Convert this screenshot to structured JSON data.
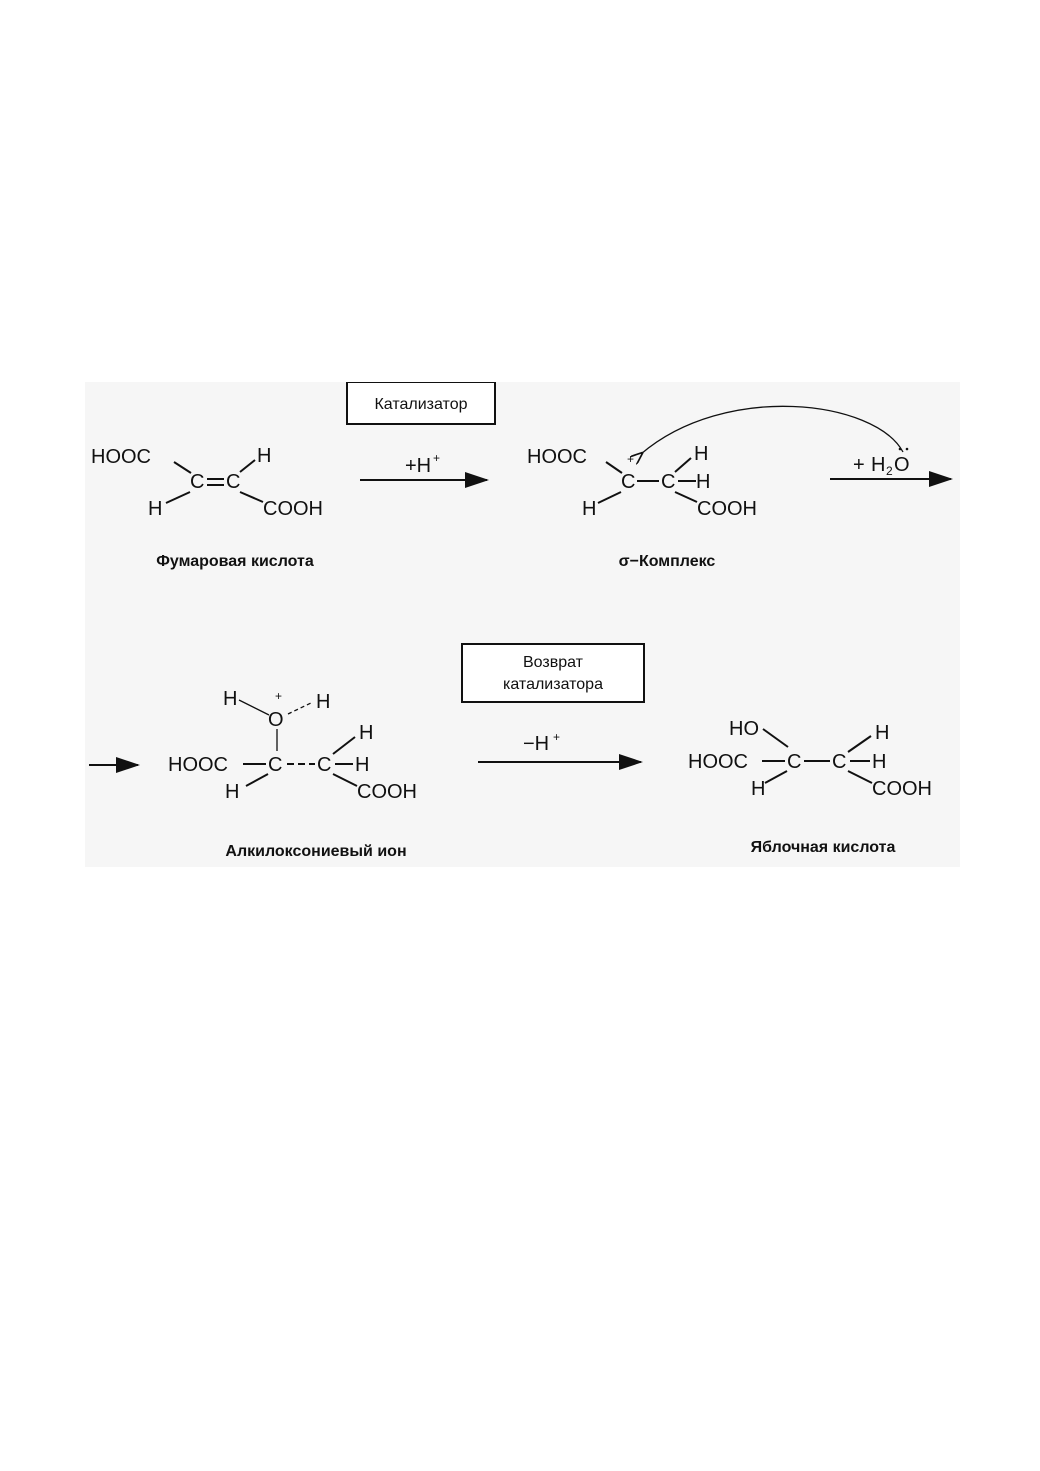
{
  "catalyst_box": "Катализатор",
  "return_box": [
    "Возврат",
    "катализатора"
  ],
  "arrows": {
    "protonation": "+H",
    "protonation_sup": "+",
    "water_plus": "+",
    "water_h": "H",
    "water_sub": "2",
    "water_o": "O",
    "deprotonation": "−H",
    "deprotonation_sup": "+"
  },
  "molecules": {
    "fumaric": {
      "hooc": "HOOC",
      "c1": "C",
      "c2": "C",
      "h_top": "H",
      "h_bottom": "H",
      "cooh": "COOH",
      "name": "Фумаровая кислота"
    },
    "sigma": {
      "hooc": "HOOC",
      "plus": "+",
      "c1": "C",
      "c2": "C",
      "h_top": "H",
      "h_mid": "H",
      "h_bottom": "H",
      "cooh": "COOH",
      "name": "σ−Комплекс"
    },
    "oxonium": {
      "h_left": "H",
      "plus": "+",
      "o": "O",
      "h_right": "H",
      "hooc": "HOOC",
      "c1": "C",
      "c2": "C",
      "h_top": "H",
      "h_mid": "H",
      "h_bottom": "H",
      "cooh": "COOH",
      "name": "Алкилоксониевый ион"
    },
    "malic": {
      "ho": "HO",
      "hooc": "HOOC",
      "c1": "C",
      "c2": "C",
      "h_top": "H",
      "h_mid": "H",
      "h_bottom": "H",
      "cooh": "COOH",
      "name": "Яблочная кислота"
    }
  }
}
